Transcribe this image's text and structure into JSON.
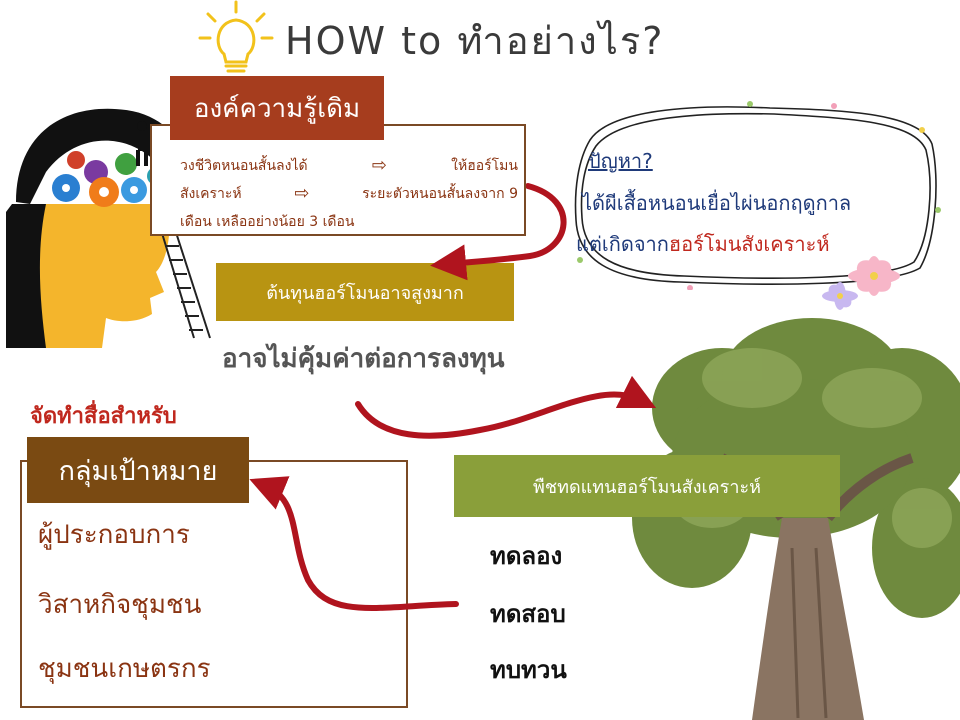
{
  "title": "HOW  to  ทำอย่างไร?",
  "knowledge": {
    "label": "องค์ความรู้เดิม",
    "line1_left": "วงชีวิตหนอนสั้นลงได้",
    "line1_arrow": "⇨",
    "line1_right": "ให้ฮอร์โมน",
    "line2_left": "สังเคราะห์",
    "line2_arrow": "⇨",
    "line2_right": "ระยะตัวหนอนสั้นลงจาก  9",
    "line3": "เดือน เหลืออย่างน้อย 3 เดือน"
  },
  "problem": {
    "title": "ปัญหา?",
    "line1": "ได้ผีเสื้อหนอนเยื่อไผ่นอกฤดูกาล",
    "line2_prefix": "แต่เกิดจาก",
    "line2_highlight": "ฮอร์โมนสังเคราะห์"
  },
  "cost": "ต้นทุนฮอร์โมนอาจสูงมาก",
  "not_worth": "อาจไม่คุ้มค่าต่อการลงทุน",
  "media": {
    "label": "จัดทำสื่อสำหรับ",
    "target_label": "กลุ่มเป้าหมาย",
    "items": [
      "ผู้ประกอบการ",
      "วิสาหกิจชุมชน",
      "ชุมชนเกษตรกร"
    ]
  },
  "plant": {
    "label": "พืชทดแทนฮอร์โมนสังเคราะห์",
    "steps": [
      "ทดลอง",
      "ทดสอบ",
      "ทบทวน"
    ]
  },
  "colors": {
    "knowledge_bg": "#a63d1e",
    "cost_bg": "#b89412",
    "target_bg": "#7a4a12",
    "plant_bg": "#8a9f3a",
    "arrow": "#b0141e",
    "problem_text": "#1f3a7a",
    "highlight": "#c0281e"
  },
  "icons": [
    "lightbulb-icon",
    "head-gears-icon",
    "ladder-icon",
    "tree-image",
    "flower-icon"
  ]
}
